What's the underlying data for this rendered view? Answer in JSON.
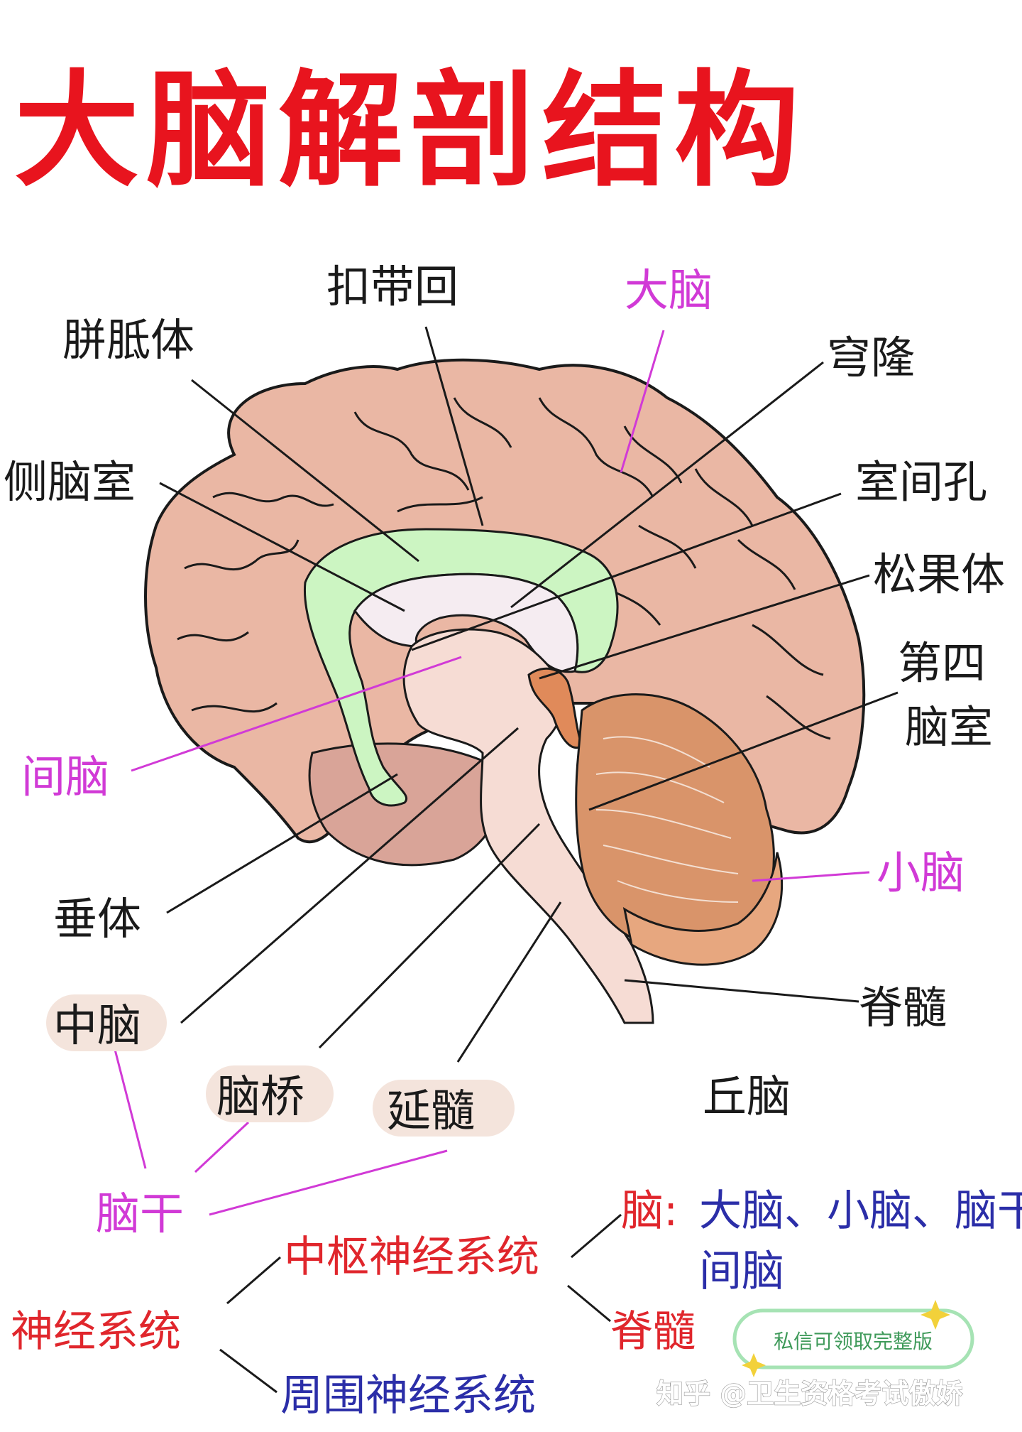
{
  "title": "大脑解剖结构",
  "labels": {
    "pianzhiti": "胼胝体",
    "koudaihui": "扣带回",
    "danao": "大脑",
    "qionglong": "穹隆",
    "cenaoshi": "侧脑室",
    "shijiankong": "室间孔",
    "songguoti": "松果体",
    "disi_1": "第四",
    "disi_2": "脑室",
    "jiannao": "间脑",
    "xiaonao": "小脑",
    "chuiti": "垂体",
    "jisui_top": "脊髓",
    "zhongnao": "中脑",
    "naoqiao": "脑桥",
    "yansui": "延髓",
    "qiunao": "丘脑"
  },
  "tree": {
    "naogan": "脑干",
    "shenjing": "神经系统",
    "zhongshu": "中枢神经系统",
    "zhouwei": "周围神经系统",
    "nao": "脑:",
    "jisui": "脊髓",
    "nao_parts_1": "大脑、小脑、脑干",
    "nao_parts_2": "间脑"
  },
  "badge": "私信可领取完整版",
  "watermark": "知乎 @卫生资格考试傲娇",
  "colors": {
    "title_red": "#e8141e",
    "purple": "#d13ad6",
    "blue": "#2b2ea8",
    "cerebrum": "#eab7a4",
    "corpus_callosum": "#ccf5c2",
    "cerebellum": "#d9946a",
    "brainstem": "#f6dcd4"
  }
}
